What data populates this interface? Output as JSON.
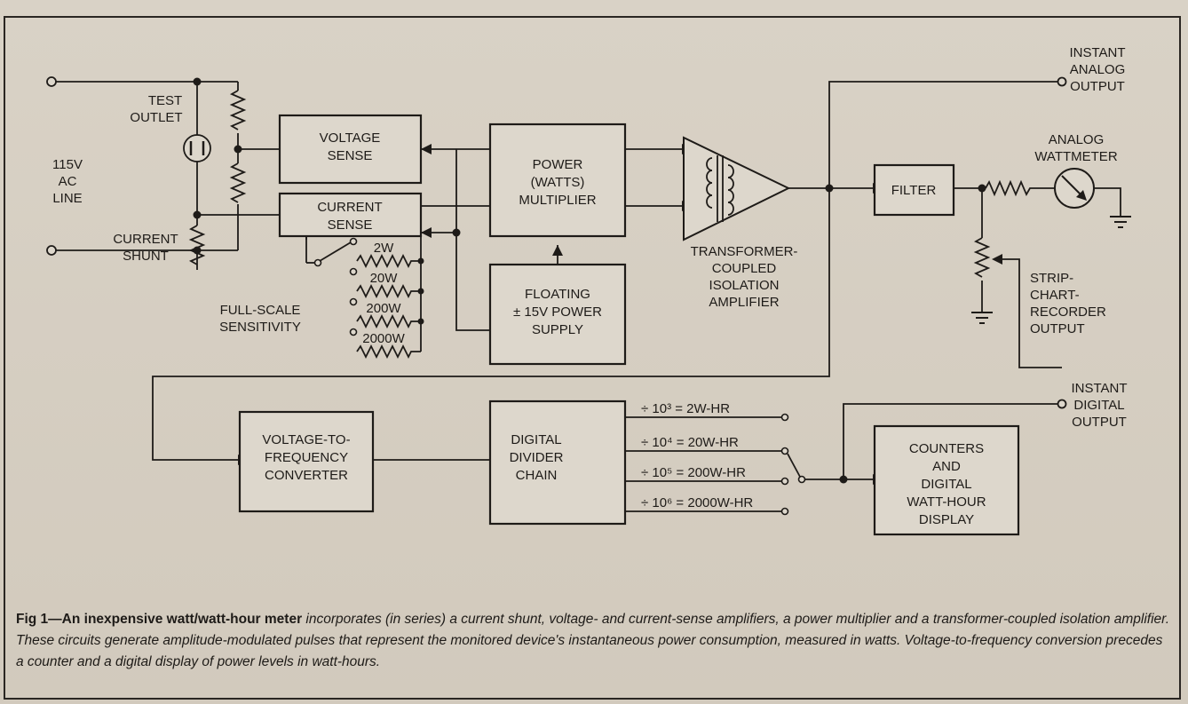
{
  "blocks": {
    "voltage_sense": [
      "VOLTAGE",
      "SENSE"
    ],
    "current_sense": [
      "CURRENT",
      "SENSE"
    ],
    "multiplier": [
      "POWER",
      "(WATTS)",
      "MULTIPLIER"
    ],
    "power_supply": [
      "FLOATING",
      "± 15V POWER",
      "SUPPLY"
    ],
    "filter": "FILTER",
    "vf_converter": [
      "VOLTAGE-TO-",
      "FREQUENCY",
      "CONVERTER"
    ],
    "divider": [
      "DIGITAL",
      "DIVIDER",
      "CHAIN"
    ],
    "counters": [
      "COUNTERS",
      "AND",
      "DIGITAL",
      "WATT-HOUR",
      "DISPLAY"
    ]
  },
  "labels": {
    "ac_line": [
      "115V",
      "AC",
      "LINE"
    ],
    "test_outlet": [
      "TEST",
      "OUTLET"
    ],
    "current_shunt": [
      "CURRENT",
      "SHUNT"
    ],
    "isolation_amp": [
      "TRANSFORMER-",
      "COUPLED",
      "ISOLATION",
      "AMPLIFIER"
    ],
    "instant_analog": [
      "INSTANT",
      "ANALOG",
      "OUTPUT"
    ],
    "wattmeter": [
      "ANALOG",
      "WATTMETER"
    ],
    "strip_chart": [
      "STRIP-",
      "CHART-",
      "RECORDER",
      "OUTPUT"
    ],
    "instant_digital": [
      "INSTANT",
      "DIGITAL",
      "OUTPUT"
    ],
    "full_scale": [
      "FULL-SCALE",
      "SENSITIVITY"
    ]
  },
  "sensitivity_ranges": [
    "2W",
    "20W",
    "200W",
    "2000W"
  ],
  "divider_ratios": [
    "÷ 10³ = 2W-HR",
    "÷ 10⁴ = 20W-HR",
    "÷ 10⁵ = 200W-HR",
    "÷ 10⁶ = 2000W-HR"
  ],
  "caption": {
    "title": "Fig 1—An inexpensive watt/watt-hour meter",
    "body": " incorporates (in series) a current shunt, voltage- and current-sense amplifiers, a power multiplier and a transformer-coupled isolation amplifier. These circuits generate amplitude-modulated pulses that represent the monitored device's instantaneous power consumption, measured in watts. Voltage-to-frequency conversion precedes a counter and a digital display of power levels in watt-hours."
  }
}
